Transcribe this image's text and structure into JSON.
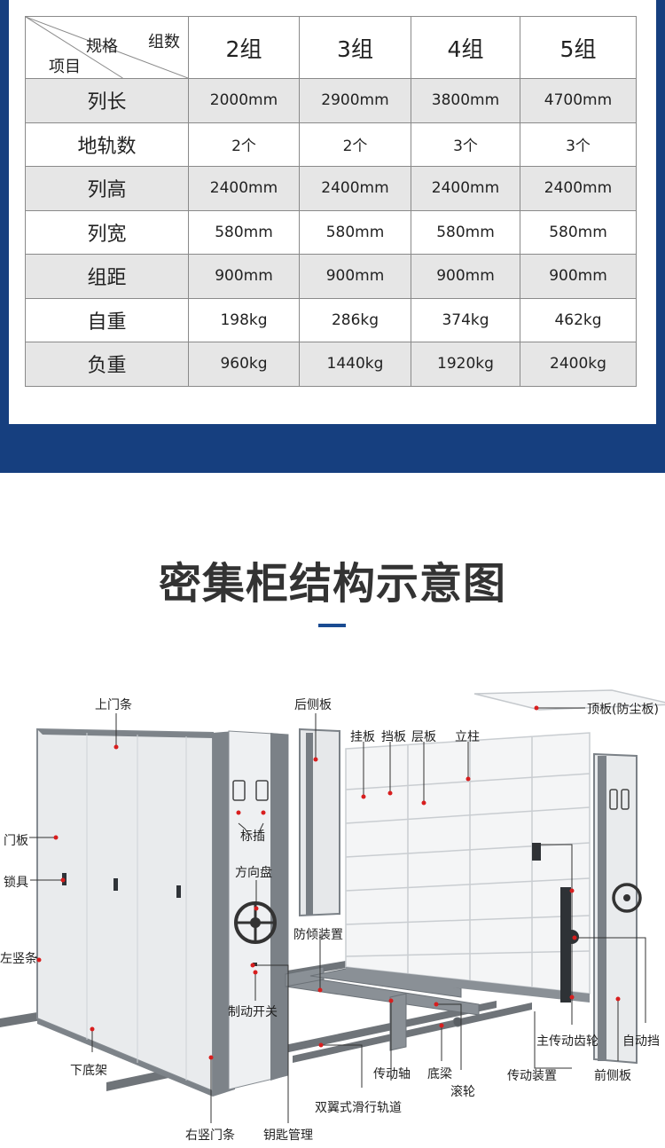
{
  "spec_table": {
    "corner": {
      "top_right": "组数",
      "middle": "规格",
      "bottom_left": "项目"
    },
    "columns": [
      "2组",
      "3组",
      "4组",
      "5组"
    ],
    "rows": [
      {
        "label": "列长",
        "values": [
          "2000mm",
          "2900mm",
          "3800mm",
          "4700mm"
        ]
      },
      {
        "label": "地轨数",
        "values": [
          "2个",
          "2个",
          "3个",
          "3个"
        ]
      },
      {
        "label": "列高",
        "values": [
          "2400mm",
          "2400mm",
          "2400mm",
          "2400mm"
        ]
      },
      {
        "label": "列宽",
        "values": [
          "580mm",
          "580mm",
          "580mm",
          "580mm"
        ]
      },
      {
        "label": "组距",
        "values": [
          "900mm",
          "900mm",
          "900mm",
          "900mm"
        ]
      },
      {
        "label": "自重",
        "values": [
          "198kg",
          "286kg",
          "374kg",
          "462kg"
        ]
      },
      {
        "label": "负重",
        "values": [
          "960kg",
          "1440kg",
          "1920kg",
          "2400kg"
        ]
      }
    ]
  },
  "diagram": {
    "title": "密集柜结构示意图",
    "labels": {
      "top_door_strip": "上门条",
      "rear_side_panel": "后侧板",
      "top_panel": "顶板(防尘板)",
      "hanging_plate": "挂板",
      "stop_plate": "挡板",
      "shelf": "层板",
      "column": "立柱",
      "door_panel": "门板",
      "label_slot": "标插",
      "lock": "锁具",
      "steering_wheel": "方向盘",
      "anti_tilt": "防倾装置",
      "left_vertical_strip": "左竖条",
      "brake_switch": "制动开关",
      "main_gear": "主传动齿轮",
      "auto_stop": "自动挡",
      "lower_base": "下底架",
      "drive_shaft": "传动轴",
      "base_beam": "底梁",
      "drive_unit": "传动装置",
      "front_side_panel": "前侧板",
      "roller": "滚轮",
      "double_wing_track": "双翼式滑行轨道",
      "right_vertical_strip": "右竖门条",
      "key_management": "钥匙管理"
    }
  }
}
